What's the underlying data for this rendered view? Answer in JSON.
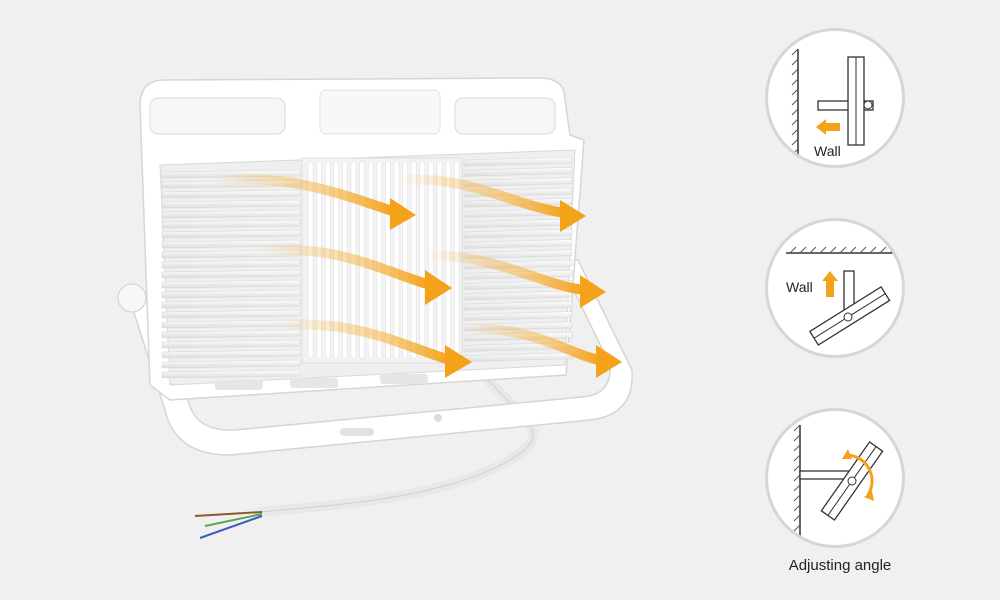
{
  "colors": {
    "background": "#f0f0f0",
    "housing": "#ffffff",
    "fin_shade": "#e4e4e4",
    "airflow_arrow": "#f4a21a",
    "diagram_line": "#333333",
    "circle_border": "#d6d6d6"
  },
  "icons": [
    "wall-mount-icon",
    "ceiling-mount-icon",
    "angle-adjust-icon",
    "airflow-arrow-icon"
  ],
  "diagrams": {
    "wall_mount": {
      "label": "Wall"
    },
    "ceiling_mount": {
      "label": "Wall"
    },
    "angle_adjust": {
      "caption": "Adjusting angle"
    }
  }
}
